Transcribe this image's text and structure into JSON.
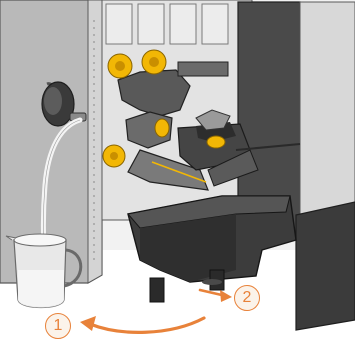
{
  "steps": [
    {
      "number": "1",
      "action": "empty-milk-jug"
    },
    {
      "number": "2",
      "action": "remove-drip-tray"
    }
  ],
  "colors": {
    "accent": "#e8823a",
    "valve_yellow": "#f2b705",
    "machine_dark": "#3a3a3a",
    "housing_grey": "#c9c9c9",
    "liquid": "#f4f4f4"
  },
  "icons": [
    "circular-arrow-icon",
    "milk-jug-icon",
    "drip-tray-icon"
  ]
}
